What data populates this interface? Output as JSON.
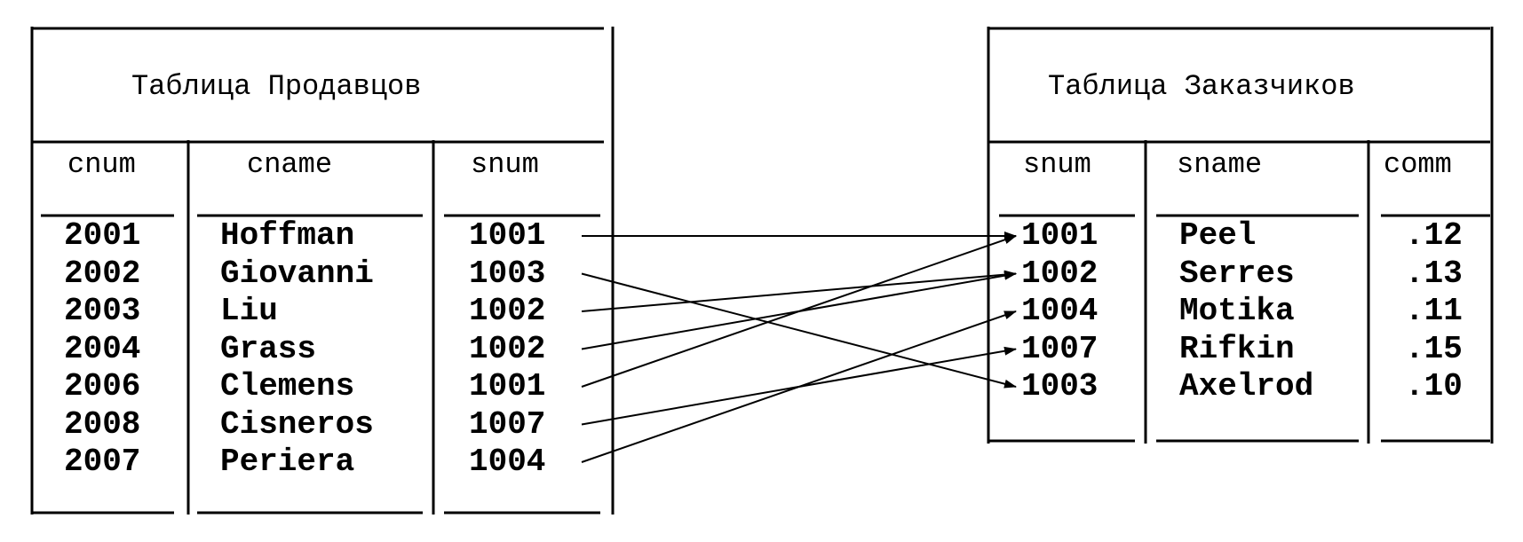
{
  "left_table": {
    "title": "Таблица Продавцов",
    "columns": [
      "cnum",
      "cname",
      "snum"
    ],
    "rows": [
      [
        "2001",
        "Hoffman",
        "1001"
      ],
      [
        "2002",
        "Giovanni",
        "1003"
      ],
      [
        "2003",
        "Liu",
        "1002"
      ],
      [
        "2004",
        "Grass",
        "1002"
      ],
      [
        "2006",
        "Clemens",
        "1001"
      ],
      [
        "2008",
        "Cisneros",
        "1007"
      ],
      [
        "2007",
        "Periera",
        "1004"
      ]
    ]
  },
  "right_table": {
    "title": "Таблица Заказчиков",
    "columns": [
      "snum",
      "sname",
      "comm"
    ],
    "rows": [
      [
        "1001",
        "Peel",
        ".12"
      ],
      [
        "1002",
        "Serres",
        ".13"
      ],
      [
        "1004",
        "Motika",
        ".11"
      ],
      [
        "1007",
        "Rifkin",
        ".15"
      ],
      [
        "1003",
        "Axelrod",
        ".10"
      ]
    ]
  },
  "links": [
    {
      "from": "1001",
      "to": "1001"
    },
    {
      "from": "1003",
      "to": "1003"
    },
    {
      "from": "1002",
      "to": "1002"
    },
    {
      "from": "1002",
      "to": "1002"
    },
    {
      "from": "1001",
      "to": "1001"
    },
    {
      "from": "1007",
      "to": "1007"
    },
    {
      "from": "1004",
      "to": "1004"
    }
  ]
}
